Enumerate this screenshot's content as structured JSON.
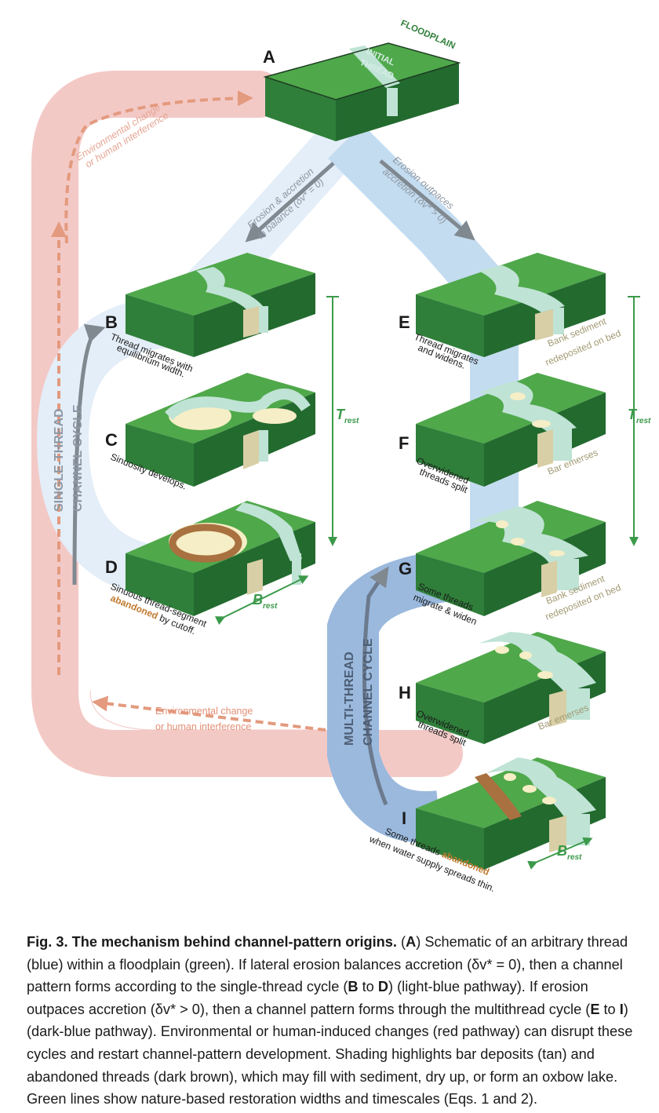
{
  "labels": {
    "floodplain": "FLOODPLAIN",
    "initial_thread_1": "INITIAL",
    "initial_thread_2": "THREAD",
    "A": "A",
    "B": "B",
    "C": "C",
    "D": "D",
    "E": "E",
    "F": "F",
    "G": "G",
    "H": "H",
    "I": "I"
  },
  "arrows": {
    "left_1": "Erosion & accretion",
    "left_2": "in balance (δv* = 0)",
    "right_1": "Erosion outpaces",
    "right_2": "accretion (δv* > 0)",
    "env_top_1": "Environmental change",
    "env_top_2": "or human interference",
    "env_bot_1": "Environmental change",
    "env_bot_2": "or human interference"
  },
  "cycles": {
    "single_1": "SINGLE-THREAD",
    "single_2": "CHANNEL CYCLE",
    "multi_1": "MULTI-THREAD",
    "multi_2": "CHANNEL CYCLE"
  },
  "notes": {
    "B_1": "Thread migrates with",
    "B_2": "equilibrium width.",
    "C_1": "Sinuosity develops.",
    "D_1": "Sinuous thread-segment",
    "D_2a": "abandoned",
    "D_2b": " by cutoff.",
    "E_1": "Thread migrates",
    "E_2": "and widens.",
    "E_r1": "Bank sediment",
    "E_r2": "redeposited on bed",
    "F_1": "Overwidened",
    "F_2": "threads split",
    "F_r1": "Bar emerses",
    "G_1": "Some threads",
    "G_2": "migrate & widen",
    "G_r1": "Bank sediment",
    "G_r2": "redeposited on bed",
    "H_1": "Overwidened",
    "H_2": "threads split",
    "H_r1": "Bar emerses",
    "I_1a": "Some threads ",
    "I_1b": "abandoned",
    "I_2": "when water supply spreads thin."
  },
  "scales": {
    "T_left": "T",
    "T_left_sub": "rest",
    "T_right": "T",
    "T_right_sub": "rest",
    "B_left": "B",
    "B_left_sub": "rest",
    "B_right": "B",
    "B_right_sub": "rest"
  },
  "caption": {
    "title": "Fig. 3. The mechanism behind channel-pattern origins.",
    "p1": " (",
    "p2": "A",
    "p3": ") Schematic of an arbitrary thread (blue) within a floodplain (green). If lateral erosion balances accretion (δv* = 0), then a channel pattern forms according to the single-thread cycle (",
    "p4": "B",
    "p5": " to ",
    "p6": "D",
    "p7": ") (light-blue pathway). If erosion outpaces accretion (δv* > 0), then a channel pattern forms through the multithread cycle (",
    "p8": "E",
    "p9": " to ",
    "p10": "I",
    "p11": ") (dark-blue pathway). Environmental or human-induced changes (red pathway) can disrupt these cycles and restart channel-pattern development. Shading highlights bar deposits (tan) and abandoned threads (dark brown), which may fill with sediment, dry up, or form an oxbow lake. Green lines show nature-based restoration widths and timescales (Eqs. 1 and 2)."
  },
  "colors": {
    "top_green": "#4fa84a",
    "front_green": "#2f7f3a",
    "side_green": "#236a2f",
    "water": "#bfe3d5",
    "bar": "#f6eec6",
    "abandoned": "#a8713f",
    "red_path": "#f3c9c6",
    "red_dash": "#e39a7e",
    "light_blue_path": "#e4eef8",
    "mid_blue_path": "#c4dcf0",
    "dark_blue_path": "#9ab9dd",
    "scale_green": "#3b9a4a",
    "tan_text": "#a39a74",
    "orange_text": "#c07a2e"
  }
}
